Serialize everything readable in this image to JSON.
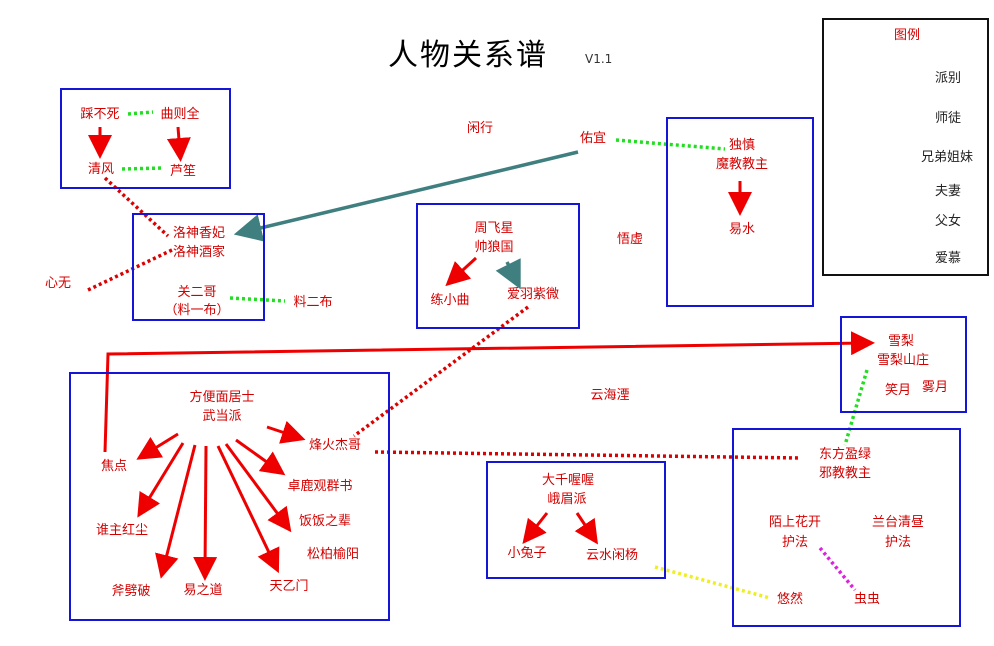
{
  "title": "人物关系谱",
  "version": "V1.1",
  "legend": {
    "title": "图例",
    "items": [
      {
        "kind": "box",
        "label": "派别"
      },
      {
        "kind": "red-arrow",
        "label": "师徒"
      },
      {
        "kind": "green-dotted",
        "label": "兄弟姐妹"
      },
      {
        "kind": "yellow-dotted",
        "label": "夫妻"
      },
      {
        "kind": "teal-arrow",
        "label": "父女"
      },
      {
        "kind": "red-dotted",
        "label": "爱慕"
      }
    ]
  },
  "colors": {
    "text": "#d40000",
    "box": "#1515d6",
    "mentor": "#ee0000",
    "sibling": "#22dd22",
    "spouse": "#eeee22",
    "father": "#3f7f7f",
    "love": "#dd0000",
    "magenta": "#dd22dd"
  },
  "nodes": {
    "caibusi": "踩不死",
    "quzequan": "曲则全",
    "qingfeng": "清风",
    "lusheng": "芦笙",
    "luoshen_line1": "洛神香妃",
    "luoshen_line2": "洛神酒家",
    "xinwu": "心无",
    "guanerge_line1": "关二哥",
    "guanerge_line2": "（料一布）",
    "liaoerbu": "料二布",
    "xianxing": "闲行",
    "youyi": "佑宜",
    "zhoufeixing_line1": "周飞星",
    "zhoufeixing_line2": "帅狼国",
    "lianxiaoqu": "练小曲",
    "aiyuziwei": "爱羽紫微",
    "wuxu": "悟虚",
    "dushen_line1": "独慎",
    "dushen_line2": "魔教教主",
    "yishui": "易水",
    "xueli_line1": "雪梨",
    "xueli_line2": "雪梨山庄",
    "xiaoyue": "笑月",
    "wuyue": "雾月",
    "fangbian_line1": "方便面居士",
    "fangbian_line2": "武当派",
    "jiaodian": "焦点",
    "fenghuojiege": "烽火杰哥",
    "zhuluguanqunshu": "卓鹿观群书",
    "fanfanzhibei": "饭饭之辈",
    "songbaiyuyang": "松柏榆阳",
    "tianyimen": "天乙门",
    "yizhidao": "易之道",
    "fupipo": "斧劈破",
    "shuizhuhongchen": "谁主红尘",
    "yunhaiyan": "云海湮",
    "daqian_line1": "大千喔喔",
    "daqian_line2": "峨眉派",
    "xiaotuzi": "小兔子",
    "yunshuixianyang": "云水闲杨",
    "dongfang_line1": "东方盈绿",
    "dongfang_line2": "邪教教主",
    "moshanghuakai_line1": "陌上花开",
    "moshanghuakai_line2": "护法",
    "lantai_line1": "兰台清昼",
    "lantai_line2": "护法",
    "youran": "悠然",
    "chongchong": "虫虫"
  }
}
